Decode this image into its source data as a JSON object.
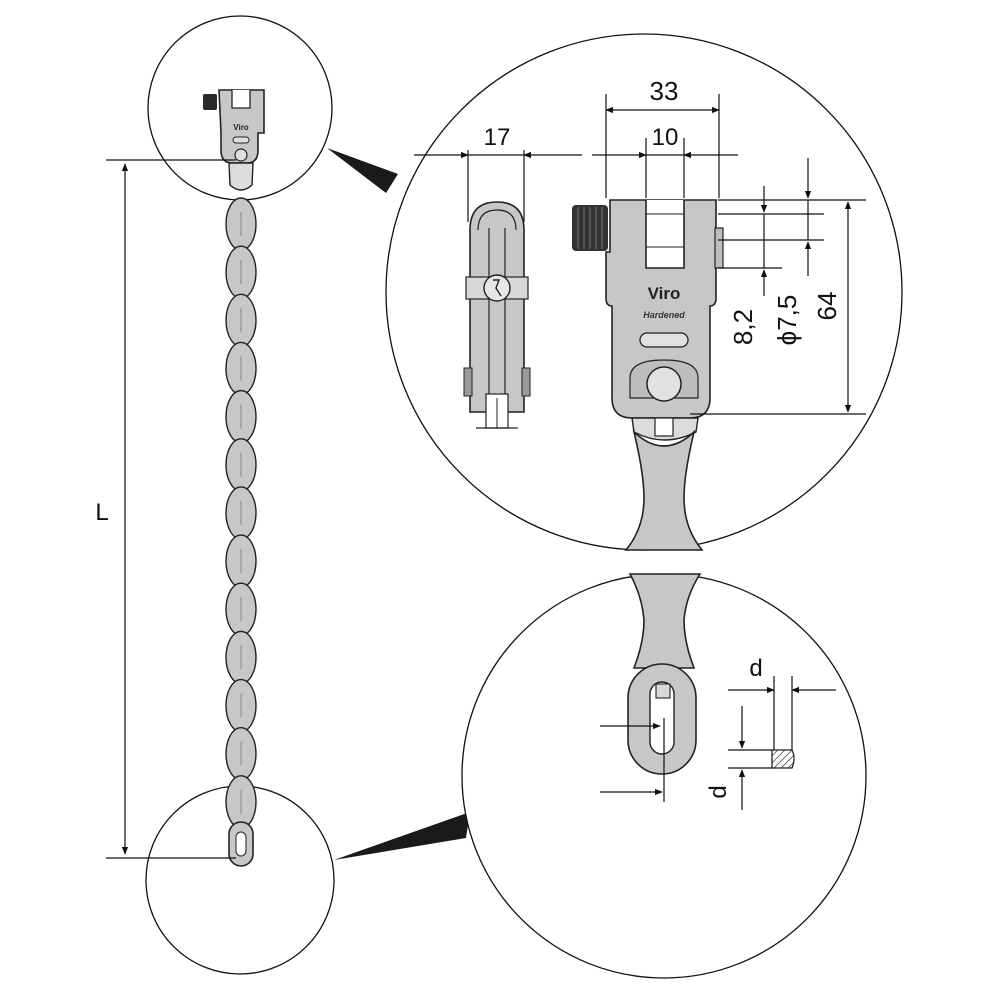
{
  "dimensions": {
    "length": "L",
    "overall_width": "33",
    "slot_width": "10",
    "side_width": "17",
    "pin_spacing": "8,2",
    "pin_diameter": "ϕ7,5",
    "height": "64",
    "wire_d_horizontal": "d",
    "wire_d_vertical": "d"
  },
  "marking": {
    "brand": "Viro",
    "small_brand": "Viro",
    "hardened": "Hardened"
  }
}
